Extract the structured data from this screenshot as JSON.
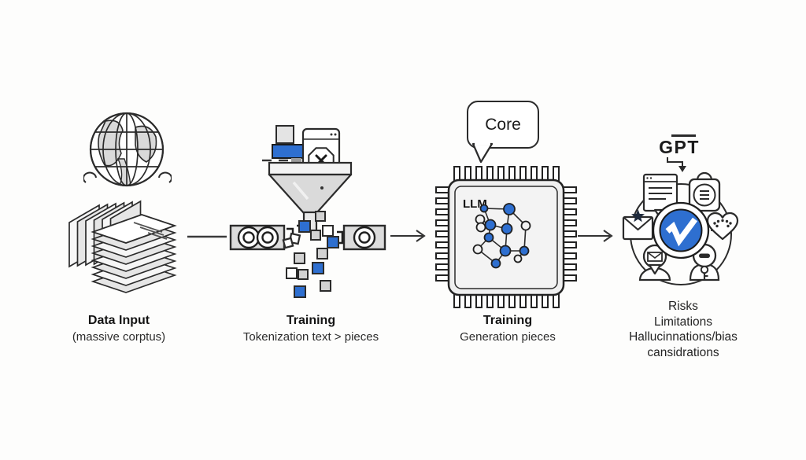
{
  "stages": {
    "data_input": {
      "title": "Data Input",
      "subtitle": "(massive corptus)"
    },
    "tokenization": {
      "title": "Training",
      "subtitle": "Tokenization text > pieces"
    },
    "llm_core": {
      "bubble_label": "Core",
      "chip_label": "LLM",
      "title": "Training",
      "subtitle": "Generation pieces"
    },
    "output": {
      "gpt_label": "GPT",
      "lines": [
        "Risks",
        "Limitations",
        "Hallucinnations/bias",
        "cansidrations"
      ]
    }
  },
  "icons": {
    "data_input": [
      "globe-icon",
      "paper-stack-icon"
    ],
    "tokenization": [
      "funnel-icon",
      "chain-link-icon",
      "token-squares-icon",
      "document-x-icon"
    ],
    "llm_core": [
      "speech-bubble-icon",
      "chip-icon",
      "network-graph-icon"
    ],
    "output": [
      "document-ribbon-icon",
      "badge-icon",
      "envelope-star-icon",
      "heart-icon",
      "pin-person-icon",
      "key-person-icon",
      "check-circle-icon"
    ]
  },
  "colors": {
    "accent_blue": "#2e6fd0",
    "outline": "#2b2b2b",
    "gray_fill": "#d8d8d8",
    "background": "#fdfdfc"
  }
}
